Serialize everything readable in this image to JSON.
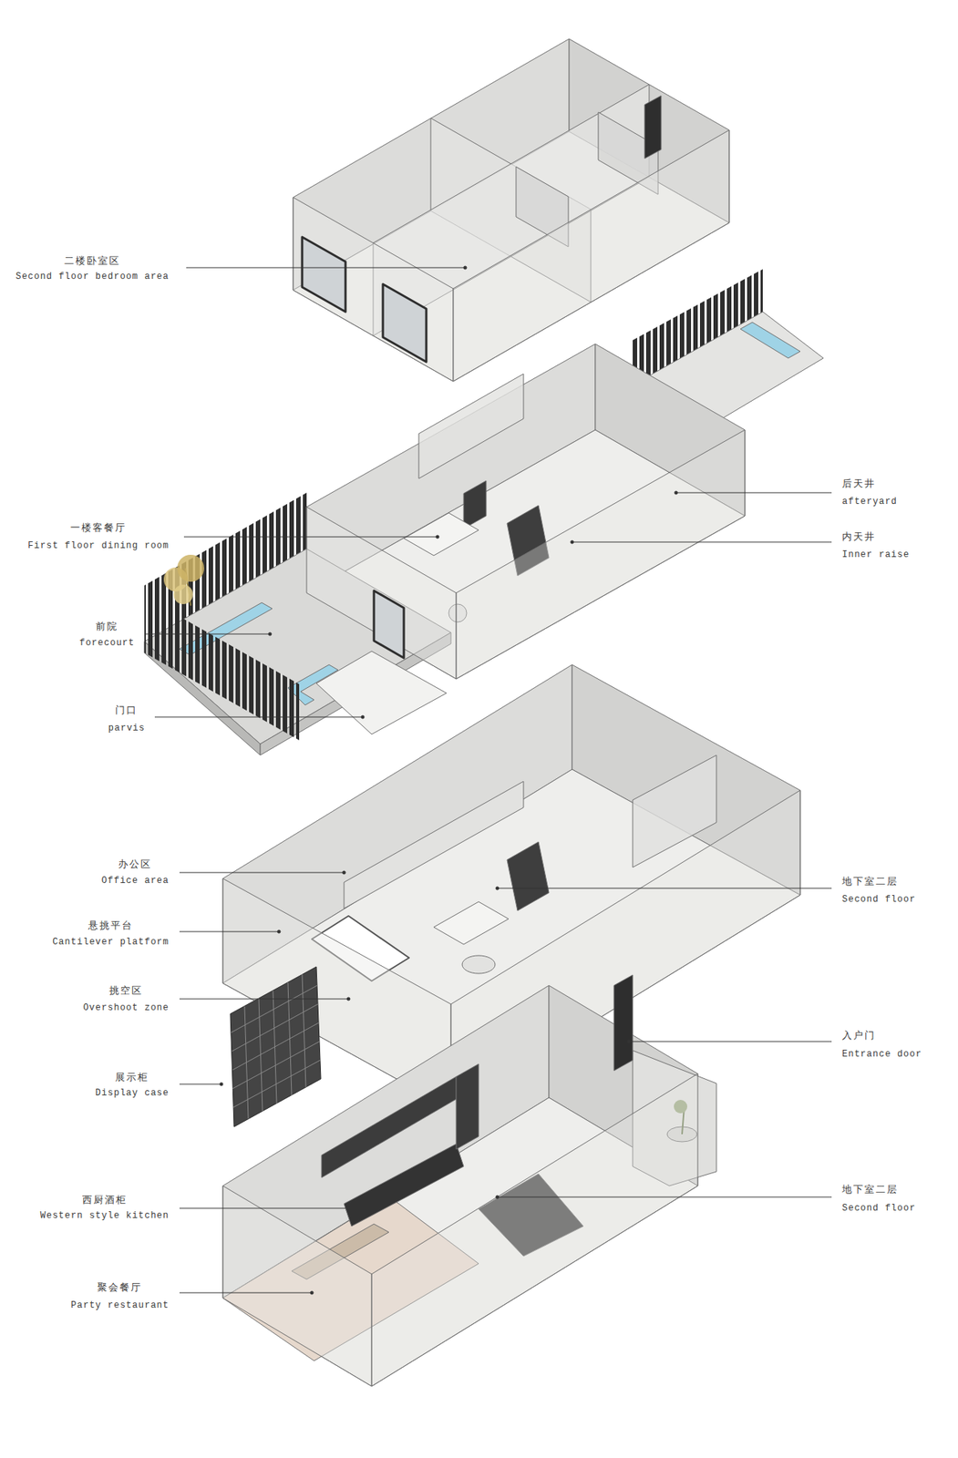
{
  "diagram": {
    "labels": [
      "二楼卧室区",
      "Second floor bedroom area",
      "后天井",
      "afteryard",
      "一楼客餐厅",
      "First floor dining room",
      "内天井",
      "Inner raise",
      "前院",
      "forecourt",
      "门口",
      "parvis",
      "办公区",
      "Office area",
      "地下室二层",
      "Second floor",
      "悬挑平台",
      "Cantilever platform",
      "挑空区",
      "Overshoot zone",
      "展示柜",
      "Display case",
      "入户门",
      "Entrance door",
      "西厨酒柜",
      "Western style kitchen",
      "地下室二层",
      "Second floor",
      "聚会餐厅",
      "Party restaurant"
    ]
  }
}
